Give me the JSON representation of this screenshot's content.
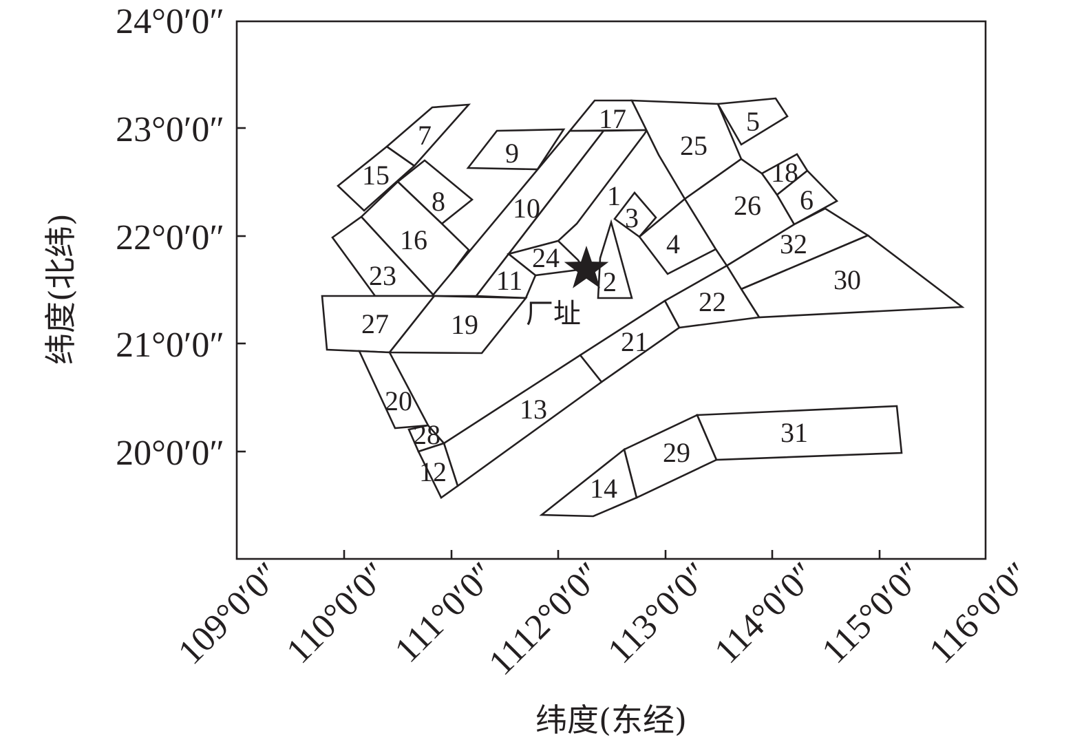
{
  "axes": {
    "x_title": "纬度(东经)",
    "y_title": "纬度(北纬)",
    "x_ticks": [
      "109°0′0″",
      "110°0′0″",
      "111°0′0″",
      "1112°0′0″",
      "113°0′0″",
      "114°0′0″",
      "115°0′0″",
      "116°0′0″"
    ],
    "y_ticks": [
      "24°0′0″",
      "23°0′0″",
      "22°0′0″",
      "21°0′0″",
      "20°0′0″"
    ]
  },
  "site": {
    "label": "厂址",
    "icon": "star-icon"
  },
  "zones": [
    {
      "id": "1",
      "label": "1"
    },
    {
      "id": "2",
      "label": "2"
    },
    {
      "id": "3",
      "label": "3"
    },
    {
      "id": "4",
      "label": "4"
    },
    {
      "id": "5",
      "label": "5"
    },
    {
      "id": "6",
      "label": "6"
    },
    {
      "id": "7",
      "label": "7"
    },
    {
      "id": "8",
      "label": "8"
    },
    {
      "id": "9",
      "label": "9"
    },
    {
      "id": "10",
      "label": "10"
    },
    {
      "id": "11",
      "label": "11"
    },
    {
      "id": "12",
      "label": "12"
    },
    {
      "id": "13",
      "label": "13"
    },
    {
      "id": "14",
      "label": "14"
    },
    {
      "id": "15",
      "label": "15"
    },
    {
      "id": "16",
      "label": "16"
    },
    {
      "id": "17",
      "label": "17"
    },
    {
      "id": "18",
      "label": "18"
    },
    {
      "id": "19",
      "label": "19"
    },
    {
      "id": "20",
      "label": "20"
    },
    {
      "id": "21",
      "label": "21"
    },
    {
      "id": "22",
      "label": "22"
    },
    {
      "id": "23",
      "label": "23"
    },
    {
      "id": "24",
      "label": "24"
    },
    {
      "id": "25",
      "label": "25"
    },
    {
      "id": "26",
      "label": "26"
    },
    {
      "id": "27",
      "label": "27"
    },
    {
      "id": "28",
      "label": "28"
    },
    {
      "id": "29",
      "label": "29"
    },
    {
      "id": "30",
      "label": "30"
    },
    {
      "id": "31",
      "label": "31"
    },
    {
      "id": "32",
      "label": "32"
    }
  ]
}
